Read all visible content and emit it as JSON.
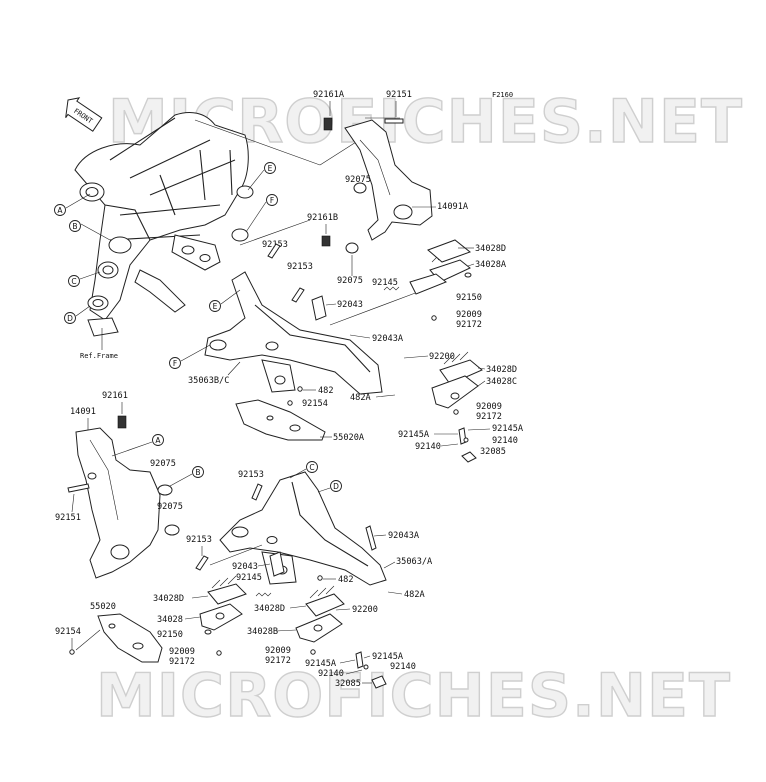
{
  "figure_id": "F2160",
  "watermark": "MICROFICHES.NET",
  "front_label": "FRONT",
  "ref_frame_label": "Ref.Frame",
  "callouts": [
    "A",
    "B",
    "C",
    "D",
    "E",
    "F",
    "E",
    "F",
    "A",
    "B",
    "C",
    "D"
  ],
  "labels": {
    "upper": [
      "92161A",
      "92151",
      "92075",
      "14091A",
      "92161B",
      "92153",
      "92153",
      "92075",
      "34028D",
      "34028A",
      "92150",
      "92043",
      "92145",
      "92009",
      "92172",
      "92043A",
      "92200",
      "34028D",
      "34028C",
      "482",
      "35063B/C",
      "92154",
      "482A",
      "55020A",
      "92009",
      "92172",
      "92145A",
      "92145A",
      "92140",
      "92140",
      "32085"
    ],
    "lower": [
      "92161",
      "14091",
      "92075",
      "92075",
      "92151",
      "92153",
      "92043A",
      "92153",
      "92043",
      "92145",
      "482",
      "35063/A",
      "482A",
      "34028D",
      "34028",
      "92150",
      "92009",
      "92172",
      "55020",
      "92154",
      "34028D",
      "92200",
      "34028B",
      "92009",
      "92172",
      "92145A",
      "92145A",
      "92140",
      "92140",
      "32085"
    ]
  }
}
